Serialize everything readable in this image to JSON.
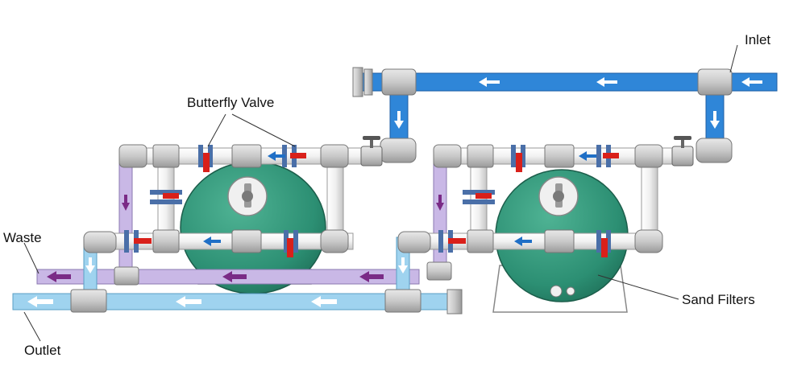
{
  "labels": {
    "inlet": "Inlet",
    "butterfly_valve": "Butterfly Valve",
    "waste": "Waste",
    "outlet": "Outlet",
    "sand_filters": "Sand Filters"
  },
  "colors": {
    "blue_pipe": "#2f86d8",
    "light_blue_pipe": "#9fd3ef",
    "white_pipe": "#f4f4f4",
    "purple_pipe": "#c9b8e6",
    "fitting_gray": "#c9c9c9",
    "tank_green": "#2c8f73",
    "valve_red": "#d9201a",
    "arrow_blue": "#1f6fc6",
    "arrow_purple": "#7a2b86"
  }
}
